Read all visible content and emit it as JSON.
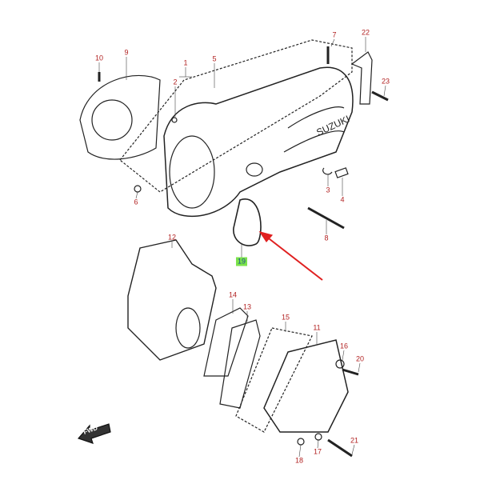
{
  "diagram": {
    "brand_text": "SUZUKI",
    "direction_label": "FWD",
    "highlighted_part": "19",
    "highlight_color": "#7be34a",
    "arrow_color": "#e02020",
    "label_color": "#b22222",
    "part_labels": [
      "10",
      "9",
      "1",
      "5",
      "2",
      "7",
      "22",
      "23",
      "3",
      "4",
      "6",
      "8",
      "19",
      "12",
      "14",
      "13",
      "15",
      "11",
      "16",
      "20",
      "21",
      "17",
      "18"
    ]
  }
}
